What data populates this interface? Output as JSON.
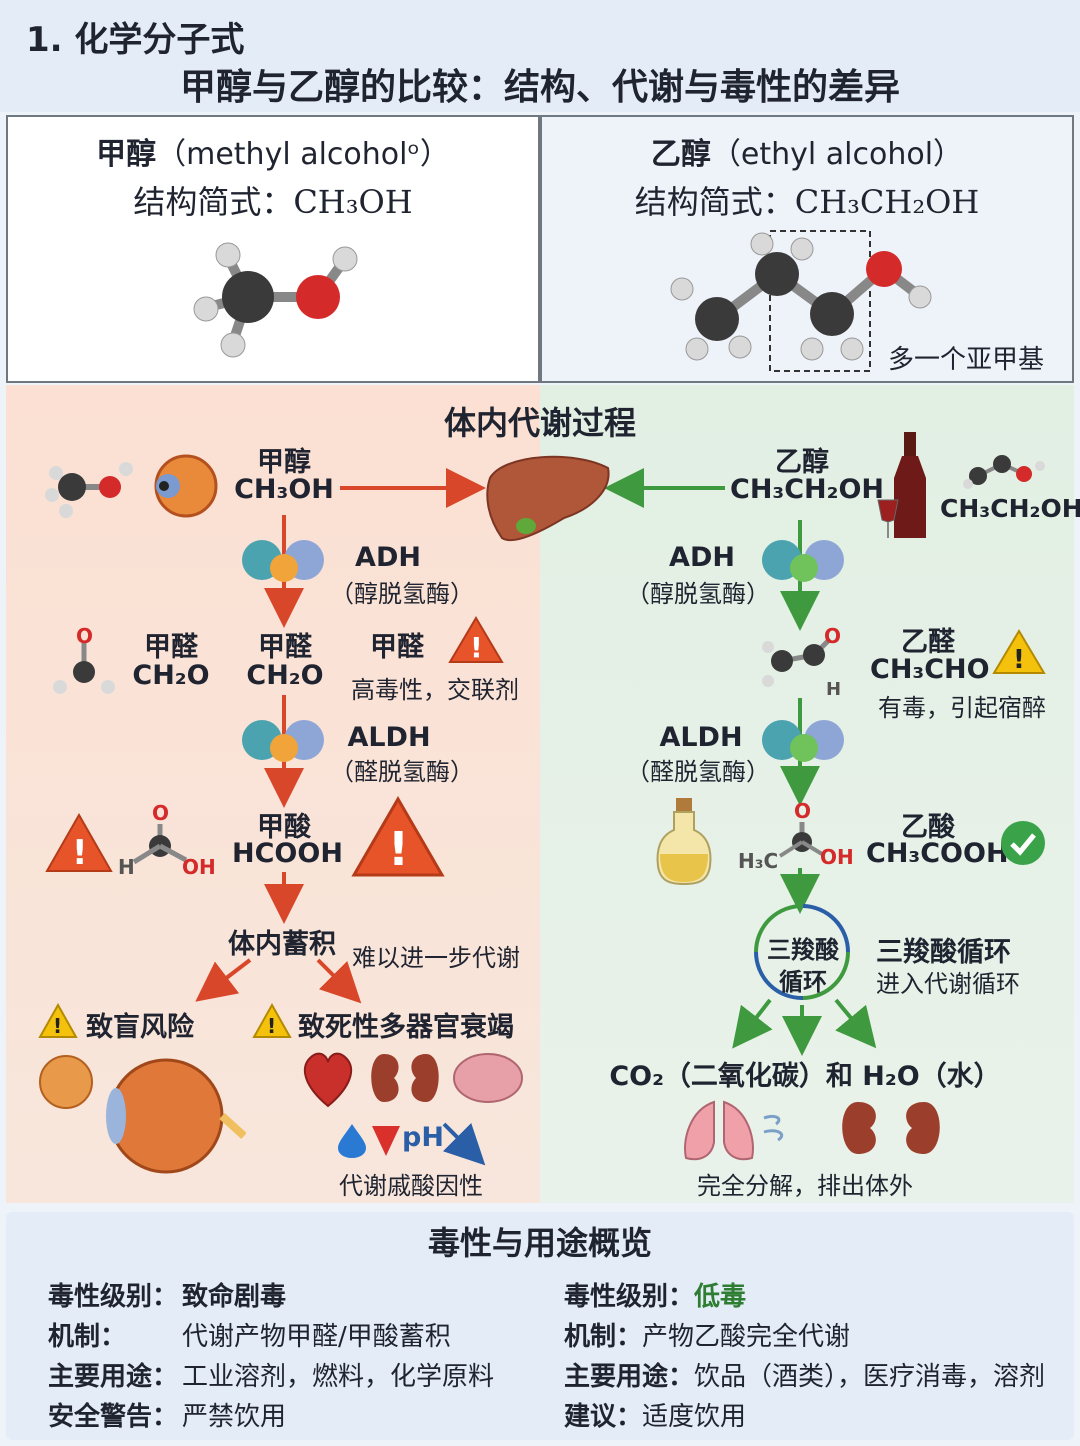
{
  "header": {
    "section_label": "1. 化学分子式",
    "title": "甲醇与乙醇的比较：结构、代谢与毒性的差异"
  },
  "methanol_panel": {
    "name": "甲醇",
    "english": "（methyl alcoholᵒ）",
    "formula_label": "结构简式：CH₃OH"
  },
  "ethanol_panel": {
    "name": "乙醇",
    "english": "（ethyl alcohol）",
    "formula_label": "结构简式：CH₃CH₂OH",
    "methylene_note": "多一个亚甲基"
  },
  "metabolism": {
    "title": "体内代谢过程",
    "methanol": {
      "start_name": "甲醇",
      "start_formula": "CH₃OH",
      "enzyme1": "ADH",
      "enzyme1_cn": "（醇脱氢酶）",
      "intermediate_side_name": "甲醛",
      "intermediate_side_formula": "CH₂O",
      "intermediate_name": "甲醛",
      "intermediate_formula": "CH₂O",
      "intermediate_warn_name": "甲醛",
      "intermediate_warn_desc": "高毒性，交联剂",
      "enzyme2": "ALDH",
      "enzyme2_cn": "（醛脱氢酶）",
      "product_name": "甲酸",
      "product_formula": "HCOOH",
      "accumulate": "体内蓄积",
      "accumulate_note": "难以进一步代谢",
      "risk_blind": "致盲风险",
      "risk_organs": "致死性多器官衰竭",
      "ph_label": "pH",
      "acidosis": "代谢戚酸因性"
    },
    "ethanol": {
      "start_name": "乙醇",
      "start_formula": "CH₃CH₂OH",
      "side_formula": "CH₃CH₂OH",
      "enzyme1": "ADH",
      "enzyme1_cn": "（醇脱氢酶）",
      "intermediate_name": "乙醛",
      "intermediate_formula": "CH₃CHO",
      "intermediate_desc": "有毒，引起宿醉",
      "enzyme2": "ALDH",
      "enzyme2_cn": "（醛脱氢酶）",
      "product_name": "乙酸",
      "product_formula": "CH₃COOH",
      "cycle_short_1": "三羧酸",
      "cycle_short_2": "循环",
      "cycle_name": "三羧酸循环",
      "cycle_desc": "进入代谢循环",
      "final_products": "CO₂（二氧化碳）和 H₂O（水）",
      "final_note": "完全分解，排出体外"
    }
  },
  "summary": {
    "title": "毒性与用途概览",
    "methanol": [
      {
        "label": "毒性级别：",
        "value": "致命剧毒"
      },
      {
        "label": "机制：",
        "value": "代谢产物甲醛/甲酸蓄积"
      },
      {
        "label": "主要用途：",
        "value": "工业溶剂，燃料，化学原料"
      },
      {
        "label": "安全警告：",
        "value": "严禁饮用"
      }
    ],
    "ethanol": [
      {
        "label": "毒性级别：",
        "value": "低毒"
      },
      {
        "label": "机制：",
        "value": "产物乙酸完全代谢"
      },
      {
        "label": "主要用途：",
        "value": "饮品（酒类），医疗消毒，溶剂"
      },
      {
        "label": "建议：",
        "value": "适度饮用"
      }
    ]
  },
  "colors": {
    "methanol_arrow": "#d9472b",
    "ethanol_arrow": "#3f9a3f",
    "warning_orange": "#e8542a",
    "warning_yellow": "#f4c20d",
    "check_green": "#3aa34a",
    "low_toxicity_text": "#2e7d32",
    "oxygen": "#d42a2a",
    "carbon": "#3a3a3a",
    "hydrogen": "#d9d9d9"
  }
}
